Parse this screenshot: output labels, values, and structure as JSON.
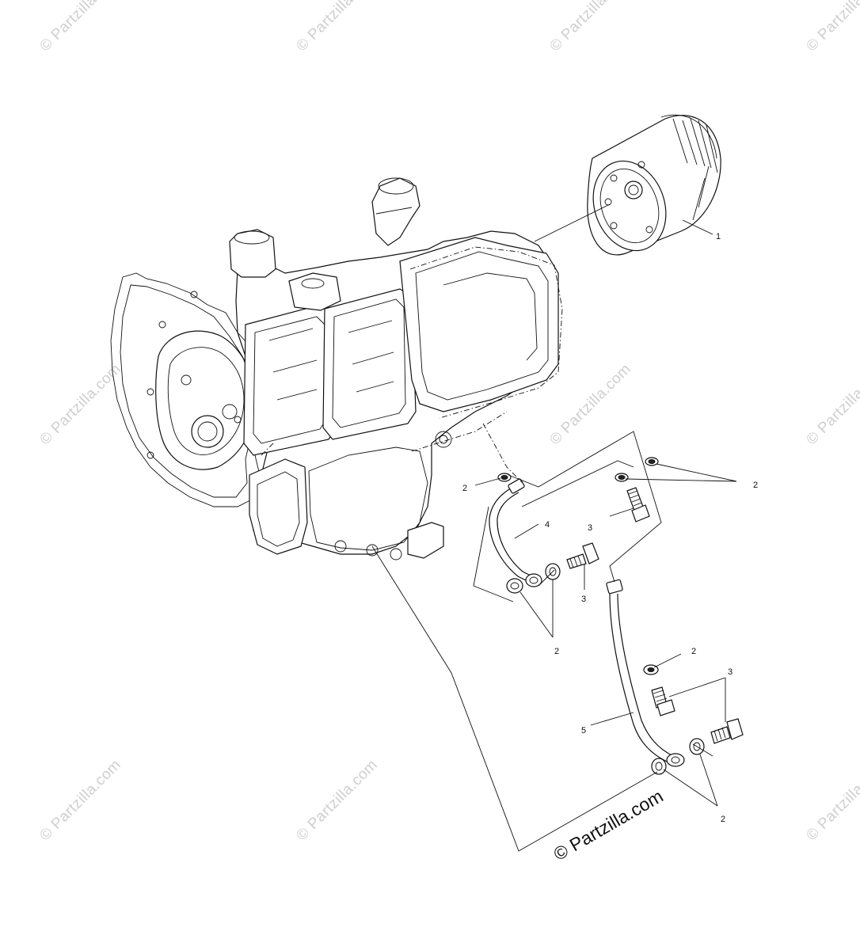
{
  "watermark": {
    "text": "© Partzilla.com",
    "color": "#c8c8c8"
  },
  "copyright": "© Partzilla.com",
  "callouts": {
    "c1": "1",
    "c2a": "2",
    "c2b": "2",
    "c2c": "2",
    "c2d": "2",
    "c2e": "2",
    "c3a": "3",
    "c3b": "3",
    "c3c": "3",
    "c4": "4",
    "c5": "5"
  },
  "colors": {
    "line": "#111111",
    "background": "#ffffff"
  }
}
